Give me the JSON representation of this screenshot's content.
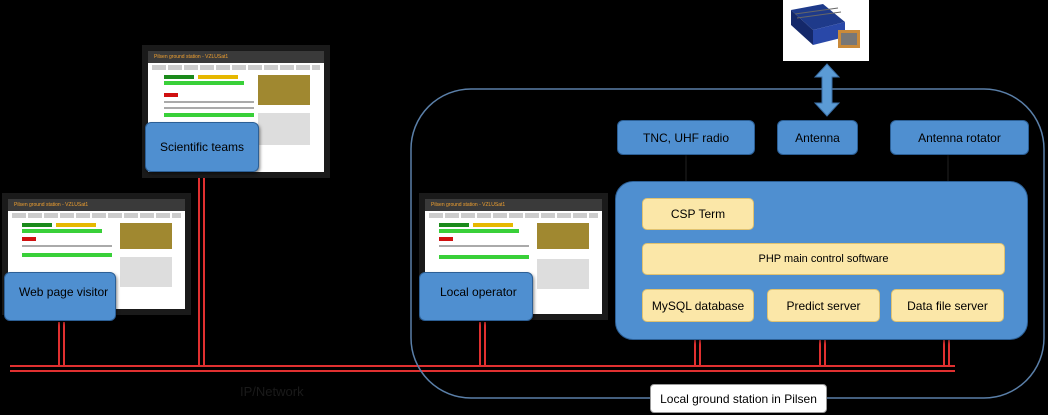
{
  "nodes": {
    "scientific_teams": "Scientific teams",
    "web_page_visitor": "Web page visitor",
    "local_operator": "Local operator",
    "tnc_radio": "TNC, UHF radio",
    "antenna": "Antenna",
    "antenna_rotator": "Antenna rotator",
    "csp_term": "CSP Term",
    "php_main": "PHP main control software",
    "mysql": "MySQL database",
    "predict": "Predict server",
    "datafile": "Data file server"
  },
  "labels": {
    "network": "IP/Network",
    "station": "Local ground station in Pilsen"
  },
  "screenshot": {
    "title": "Pilsen ground station - VZLUSat1"
  },
  "colors": {
    "box_blue": "#4f8fd0",
    "box_yellow": "#fbe7a8",
    "network_red": "#e03030"
  }
}
